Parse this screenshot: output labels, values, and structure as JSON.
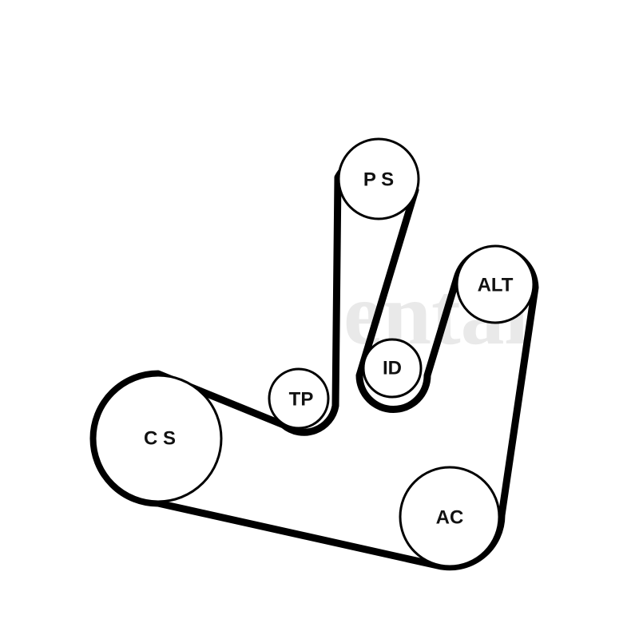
{
  "diagram": {
    "belt_color": "#000000",
    "background": "#ffffff",
    "watermark_text": "ental",
    "pulleys": {
      "cs": {
        "label": "C S"
      },
      "tp": {
        "label": "TP"
      },
      "ps": {
        "label": "P S"
      },
      "id": {
        "label": "ID"
      },
      "alt": {
        "label": "ALT"
      },
      "ac": {
        "label": "AC"
      }
    }
  }
}
